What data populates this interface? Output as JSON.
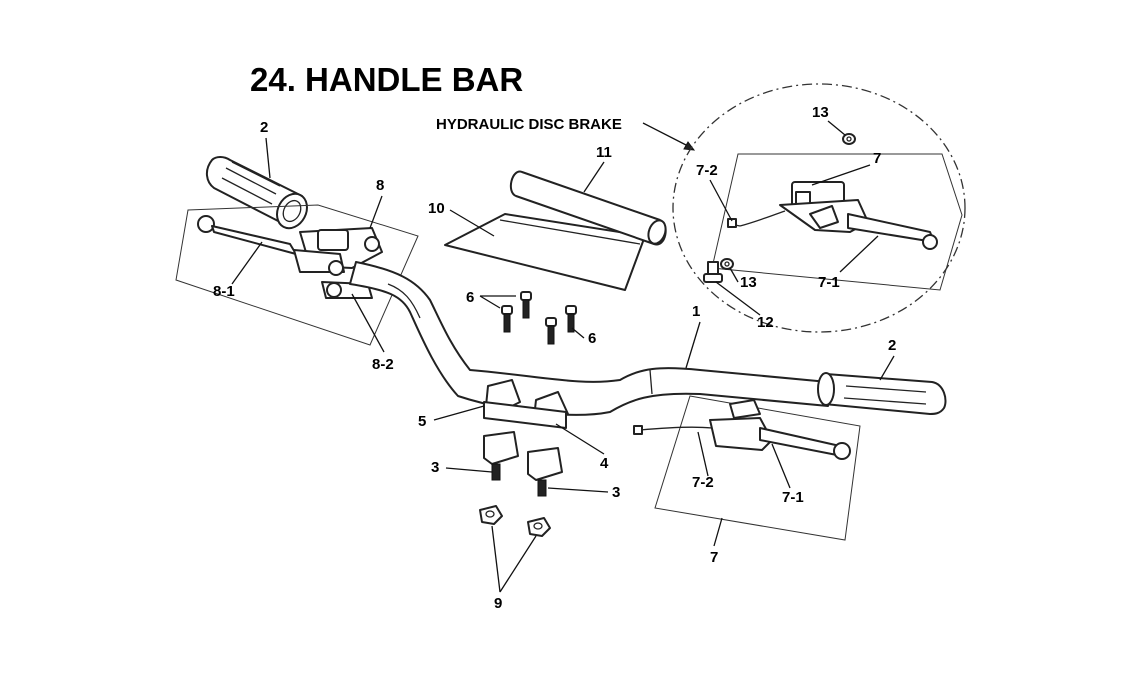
{
  "diagram": {
    "title": "24. HANDLE BAR",
    "subtitle": "HYDRAULIC DISC BRAKE",
    "callouts": {
      "c1": "1",
      "c2_left": "2",
      "c2_right": "2",
      "c3_left": "3",
      "c3_right": "3",
      "c4": "4",
      "c5": "5",
      "c6_left": "6",
      "c6_right": "6",
      "c7_bottom": "7",
      "c7_detail": "7",
      "c7_1_bottom": "7-1",
      "c7_1_detail": "7-1",
      "c7_2_bottom": "7-2",
      "c7_2_detail": "7-2",
      "c8": "8",
      "c8_1": "8-1",
      "c8_2": "8-2",
      "c9": "9",
      "c10": "10",
      "c11": "11",
      "c12": "12",
      "c13_top": "13",
      "c13_mid": "13"
    }
  }
}
